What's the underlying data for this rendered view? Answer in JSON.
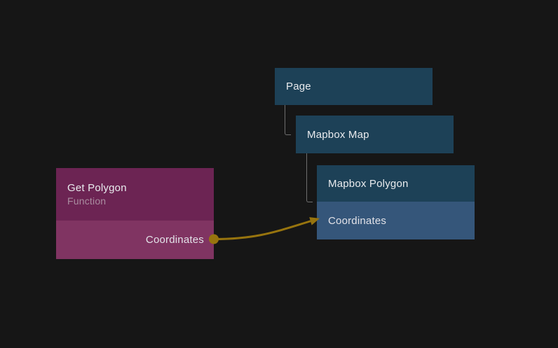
{
  "canvas": {
    "background": "#161616"
  },
  "colors": {
    "node_header_blue": "#1d4157",
    "node_port_row_blue": "#35567a",
    "node_header_purple": "#6c2453",
    "node_port_row_purple": "#803462",
    "tree_connector": "#6e6e6e",
    "connection_wire": "#97740e",
    "title_text": "#e9ebee",
    "subtitle_text": "#aa8da0",
    "port_text": "#e2e2e8"
  },
  "nodes": {
    "page": {
      "title": "Page"
    },
    "mapbox_map": {
      "title": "Mapbox Map"
    },
    "mapbox_polygon": {
      "title": "Mapbox Polygon",
      "input_port": "Coordinates"
    },
    "get_polygon": {
      "title": "Get Polygon",
      "subtitle": "Function",
      "output_port": "Coordinates"
    }
  },
  "connection": {
    "from_node": "Get Polygon",
    "from_port": "Coordinates",
    "to_node": "Mapbox Polygon",
    "to_port": "Coordinates",
    "color": "#97740e"
  }
}
